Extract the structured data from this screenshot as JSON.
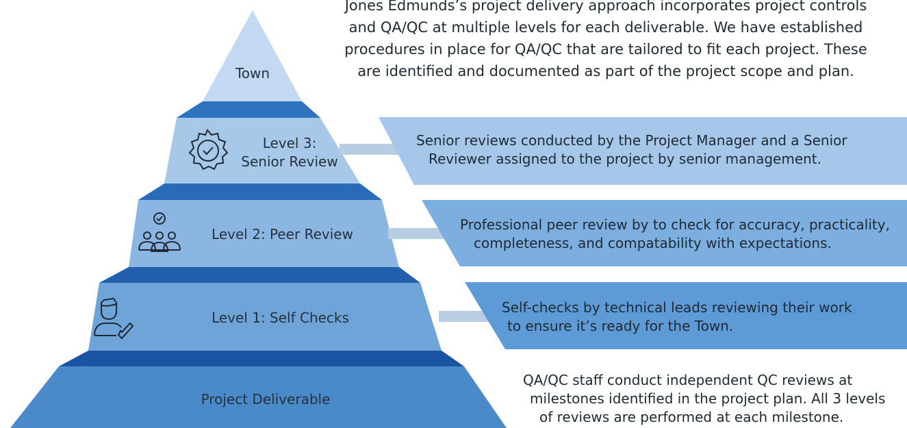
{
  "colors": {
    "tier_town": "#c3d9f1",
    "tier_level3": "#a8c8ea",
    "tier_level2": "#8bb6e2",
    "tier_level1": "#6fa4d8",
    "tier_deliverable": "#4a8ac9",
    "band_dark": "#2a6bb8",
    "banner_level3": "#a7c7ea",
    "banner_level2": "#7daee0",
    "banner_level1": "#5d9ad6",
    "connector": "#b9cde2"
  },
  "intro": {
    "line1": "Jones Edmunds’s project delivery approach incorporates project controls",
    "line2": "and QA/QC at multiple levels for each deliverable. We have established",
    "line3": "procedures in place for QA/QC that are tailored to fit each project. These",
    "line4": "are identified and documented as part of the project scope and plan."
  },
  "pyramid": {
    "town": "Town",
    "level3_line1": "Level 3:",
    "level3_line2": "Senior Review",
    "level2": "Level 2: Peer Review",
    "level1": "Level 1: Self Checks",
    "deliverable": "Project Deliverable"
  },
  "descriptions": {
    "level3_line1": "Senior reviews conducted by the Project Manager and a Senior",
    "level3_line2": "Reviewer assigned to the project by senior management.",
    "level2_line1": "Professional peer review by to check for accuracy, practicality,",
    "level2_line2": "completeness, and compatability with expectations.",
    "level1_line1": "Self-checks by technical leads reviewing their work",
    "level1_line2": "to ensure it’s ready for the Town.",
    "deliverable_line1": "QA/QC staff conduct independent QC reviews at",
    "deliverable_line2": "milestones identified in the project plan. All 3 levels",
    "deliverable_line3": "of reviews are performed at each milestone."
  },
  "icons": {
    "level3": "badge-check-icon",
    "level2": "team-check-icon",
    "level1": "person-check-icon"
  }
}
